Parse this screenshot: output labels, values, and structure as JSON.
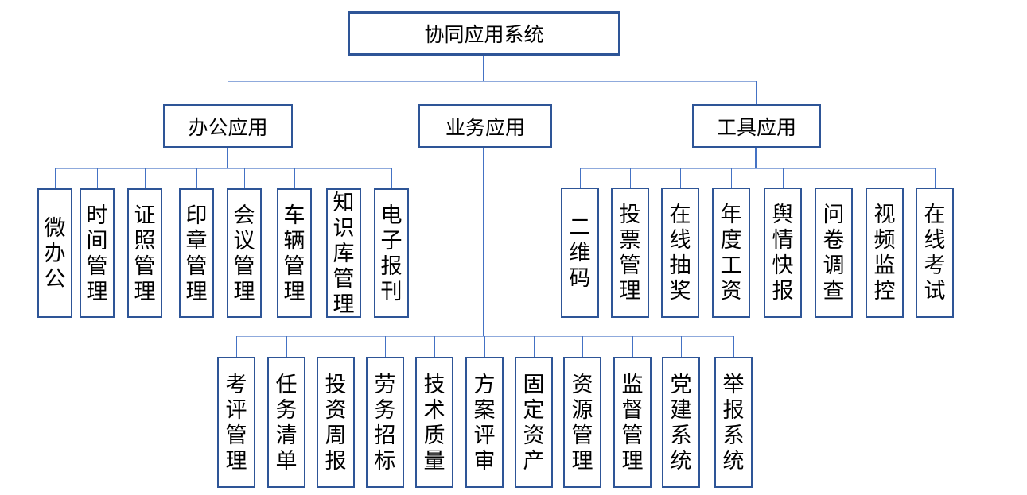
{
  "diagram": {
    "title": "协同应用系统",
    "root": {
      "label": "协同应用系统"
    },
    "branches": [
      {
        "label": "办公应用",
        "children": [
          "微办公",
          "时间管理",
          "证照管理",
          "印章管理",
          "会议管理",
          "车辆管理",
          "知识库管理",
          "电子报刊"
        ]
      },
      {
        "label": "业务应用",
        "children": [
          "考评管理",
          "任务清单",
          "投资周报",
          "劳务招标",
          "技术质量",
          "方案评审",
          "固定资产",
          "资源管理",
          "监督管理",
          "党建系统",
          "举报系统"
        ]
      },
      {
        "label": "工具应用",
        "children": [
          "二维码",
          "投票管理",
          "在线抽奖",
          "年度工资",
          "舆情快报",
          "问卷调查",
          "视频监控",
          "在线考试"
        ]
      }
    ],
    "colors": {
      "box_border": "#2E5597",
      "connector": "#4472C4",
      "connector_light": "#8FAADC",
      "text": "#000000",
      "background": "#FFFFFF"
    }
  }
}
